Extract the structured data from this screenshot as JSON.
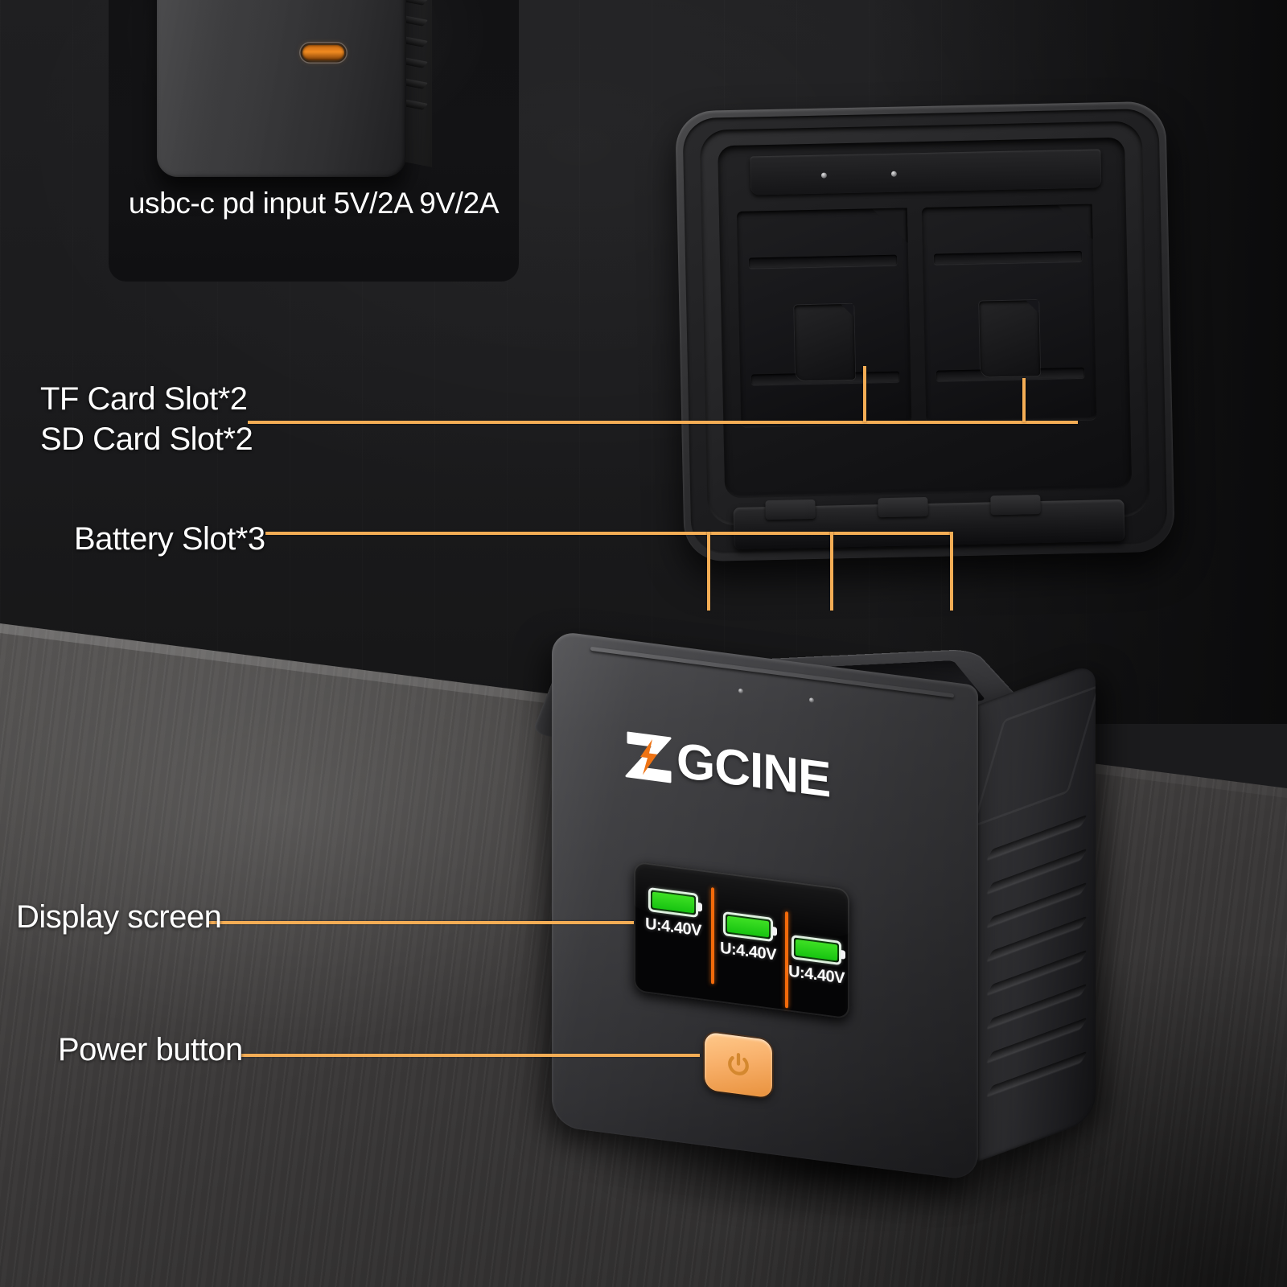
{
  "scene": {
    "product_brand": "ZGCINE",
    "surface": "wood-desk",
    "backdrop": "dark-wall"
  },
  "inset": {
    "caption": "usbc-c pd input 5V/2A   9V/2A",
    "port_name": "usb-c-port"
  },
  "callouts": [
    {
      "id": "tf-card",
      "label": "TF Card Slot*2"
    },
    {
      "id": "sd-card",
      "label": "SD Card Slot*2"
    },
    {
      "id": "battery",
      "label": "Battery Slot*3"
    },
    {
      "id": "display",
      "label": "Display screen"
    },
    {
      "id": "power",
      "label": "Power button"
    }
  ],
  "display": {
    "cells": [
      {
        "voltage": "U:4.40V",
        "level": 100
      },
      {
        "voltage": "U:4.40V",
        "level": 100
      },
      {
        "voltage": "U:4.40V",
        "level": 100
      }
    ]
  },
  "logo": {
    "text": "GCINE",
    "mark": "Z"
  },
  "colors": {
    "accent_orange": "#f4ad55",
    "divider_orange": "#f26a0a",
    "battery_green": "#22cc22",
    "button_orange": "#f8b06a",
    "text_white": "#ffffff",
    "wall": "#1b1b1d",
    "body": "#3a3a3c"
  }
}
